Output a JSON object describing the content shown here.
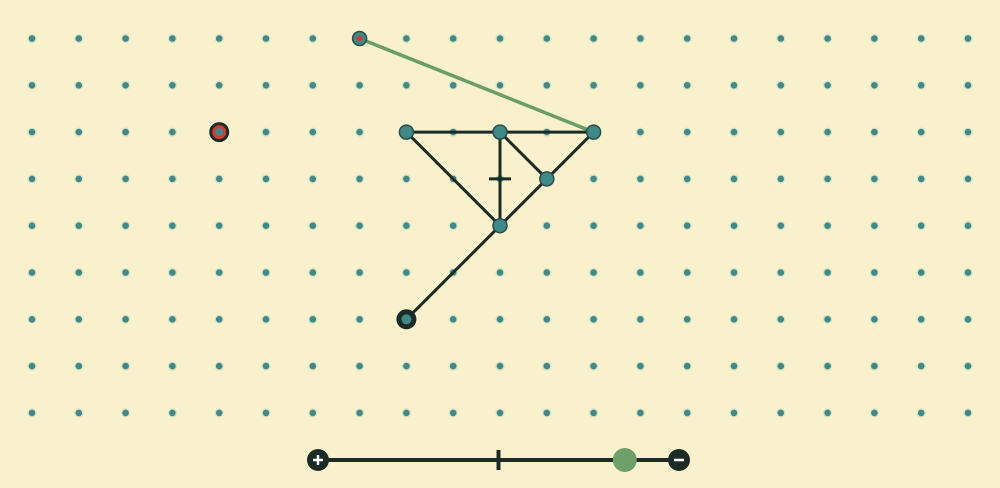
{
  "colors": {
    "background": "#f8f1cc",
    "grid_dot": "#3f8a89",
    "dot_halo": "#d8e3c6",
    "line_dark": "#1d2b26",
    "line_green": "#6b9e63",
    "node_fill": "#3e8a88",
    "node_ring": "#2a4d4a",
    "marker_red": "#d23a34",
    "slider_knob": "#6fa06a"
  },
  "grid": {
    "cols": 21,
    "rows": 9
  },
  "puzzle": {
    "nodes": [
      {
        "id": "n1",
        "col": 7,
        "row": 0,
        "type": "start"
      },
      {
        "id": "n2",
        "col": 8,
        "row": 2,
        "type": "node"
      },
      {
        "id": "n3",
        "col": 10,
        "row": 2,
        "type": "node"
      },
      {
        "id": "n4",
        "col": 12,
        "row": 2,
        "type": "node"
      },
      {
        "id": "n5",
        "col": 11,
        "row": 3,
        "type": "node"
      },
      {
        "id": "n6",
        "col": 10,
        "row": 4,
        "type": "node"
      },
      {
        "id": "n7",
        "col": 8,
        "row": 6,
        "type": "end"
      }
    ],
    "green_path": [
      [
        "n1",
        "n4"
      ]
    ],
    "dark_edges": [
      [
        "n2",
        "n3"
      ],
      [
        "n3",
        "n4"
      ],
      [
        "n4",
        "n5"
      ],
      [
        "n5",
        "n6"
      ],
      [
        "n6",
        "n2"
      ],
      [
        "n3",
        "n5"
      ],
      [
        "n3",
        "n6"
      ],
      [
        "n6",
        "n7"
      ]
    ],
    "center_marker": {
      "col": 10,
      "row": 3
    },
    "red_target": {
      "col": 4,
      "row": 2
    }
  },
  "zoom_slider": {
    "value": 0.85,
    "zoom_in_icon": "plus-circle-icon",
    "zoom_out_icon": "minus-circle-icon"
  }
}
